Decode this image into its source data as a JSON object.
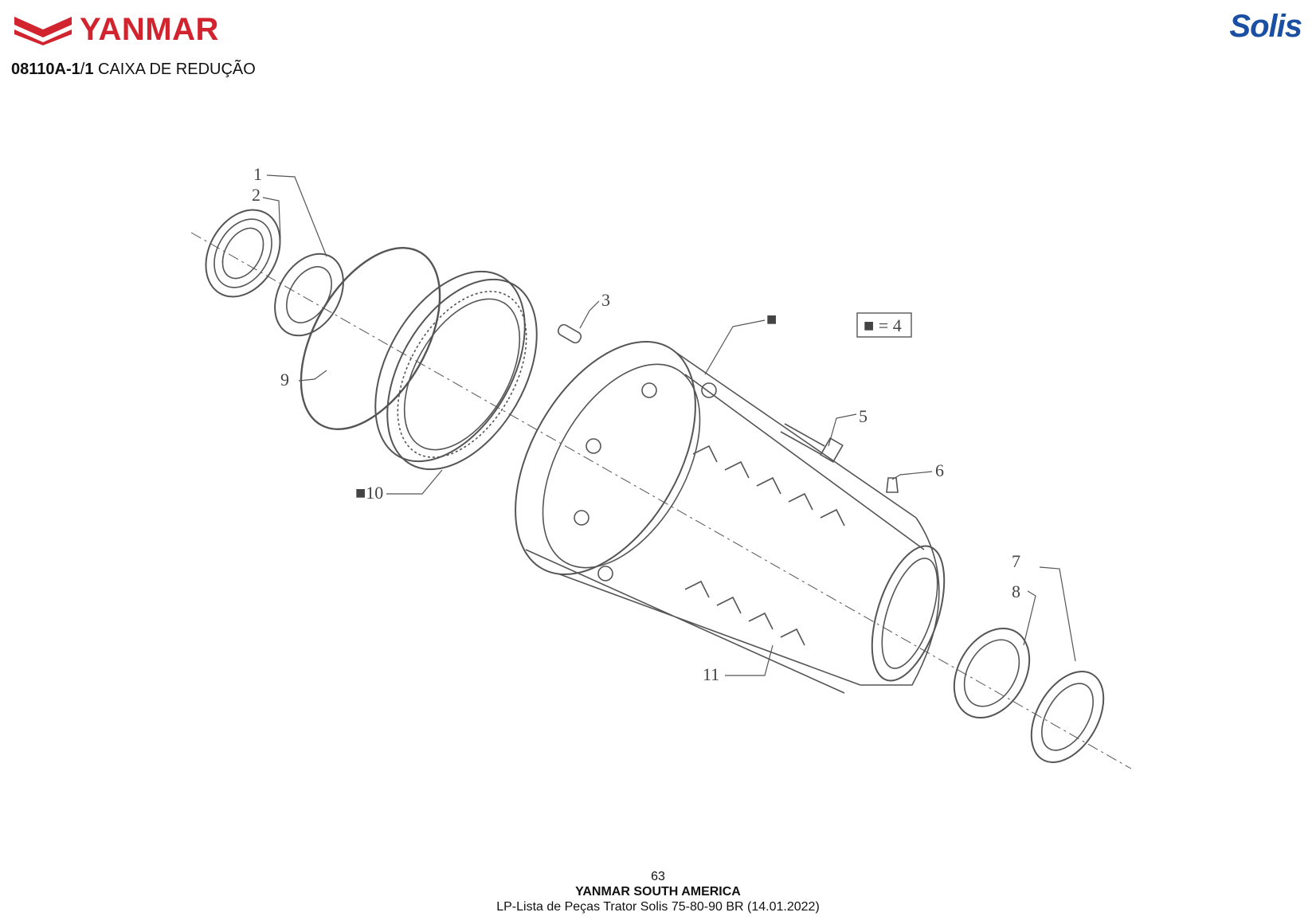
{
  "header": {
    "brand_left": "YANMAR",
    "brand_right": "Solis",
    "title_code": "08110A-1",
    "title_sep": "/",
    "title_sheet": "1",
    "title_text": " CAIXA DE REDUÇÃO"
  },
  "diagram": {
    "callouts": [
      "1",
      "2",
      "3",
      "■",
      "■ = 4",
      "5",
      "6",
      "7",
      "8",
      "9",
      "■10",
      "11"
    ]
  },
  "footer": {
    "page_number": "63",
    "company": "YANMAR SOUTH AMERICA",
    "document": "LP-Lista de Peças Trator Solis 75-80-90 BR (14.01.2022)"
  },
  "colors": {
    "yanmar_red": "#d1242f",
    "solis_blue": "#1b4fa3",
    "line": "#555555"
  }
}
